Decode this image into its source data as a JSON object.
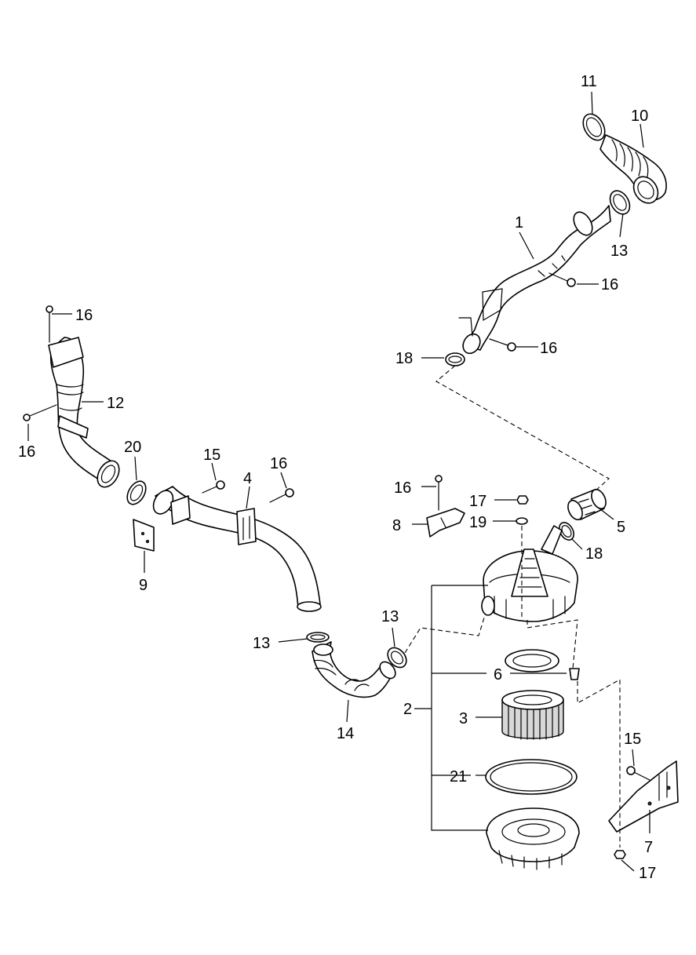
{
  "callouts": [
    {
      "id": "c11a",
      "label": "11"
    },
    {
      "id": "c10a",
      "label": "10"
    },
    {
      "id": "c1a",
      "label": "1"
    },
    {
      "id": "c13a",
      "label": "13"
    },
    {
      "id": "c16a",
      "label": "16"
    },
    {
      "id": "c16b",
      "label": "16"
    },
    {
      "id": "c18a",
      "label": "18"
    },
    {
      "id": "c16c",
      "label": "16"
    },
    {
      "id": "c12a",
      "label": "12"
    },
    {
      "id": "c16d",
      "label": "16"
    },
    {
      "id": "c20a",
      "label": "20"
    },
    {
      "id": "c15a",
      "label": "15"
    },
    {
      "id": "c16e",
      "label": "16"
    },
    {
      "id": "c4a",
      "label": "4"
    },
    {
      "id": "c9a",
      "label": "9"
    },
    {
      "id": "c16f",
      "label": "16"
    },
    {
      "id": "c17a",
      "label": "17"
    },
    {
      "id": "c8a",
      "label": "8"
    },
    {
      "id": "c19a",
      "label": "19"
    },
    {
      "id": "c5a",
      "label": "5"
    },
    {
      "id": "c18b",
      "label": "18"
    },
    {
      "id": "c13b",
      "label": "13"
    },
    {
      "id": "c13c",
      "label": "13"
    },
    {
      "id": "c14a",
      "label": "14"
    },
    {
      "id": "c6a",
      "label": "6"
    },
    {
      "id": "c2a",
      "label": "2"
    },
    {
      "id": "c3a",
      "label": "3"
    },
    {
      "id": "c15b",
      "label": "15"
    },
    {
      "id": "c21a",
      "label": "21"
    },
    {
      "id": "c7a",
      "label": "7"
    },
    {
      "id": "c17b",
      "label": "17"
    }
  ]
}
